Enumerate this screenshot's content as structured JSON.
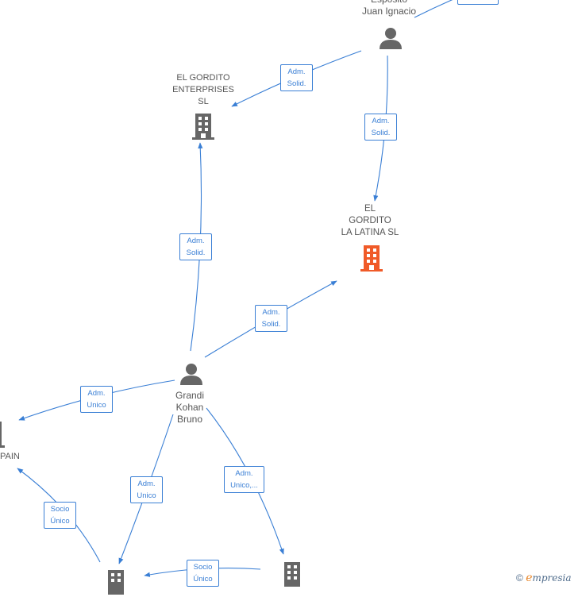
{
  "nodes": {
    "person_esposito": {
      "label": "Esposito\nJuan Ignacio",
      "kind": "person"
    },
    "person_grandi": {
      "label": "Grandi\nKohan\nBruno",
      "kind": "person"
    },
    "company_enterprises": {
      "label": "EL GORDITO\nENTERPRISES\nSL",
      "kind": "company"
    },
    "company_latina": {
      "label": "EL\nGORDITO\nLA LATINA  SL",
      "kind": "company-focus"
    },
    "company_spain": {
      "label": "PAIN",
      "kind": "company"
    },
    "company_bottom_left": {
      "label": "",
      "kind": "company"
    },
    "company_bottom_mid": {
      "label": "",
      "kind": "company"
    }
  },
  "edges": {
    "e1": {
      "label": "Adm.\nSolid."
    },
    "e2": {
      "label": "Adm.\nSolid."
    },
    "e3": {
      "label": "Adm.\nSolid."
    },
    "e4": {
      "label": "Adm.\nSolid."
    },
    "e5": {
      "label": "Adm.\nUnico"
    },
    "e6": {
      "label": "Adm.\nUnico"
    },
    "e7": {
      "label": "Adm.\nUnico,..."
    },
    "e8": {
      "label": "Socio\nÚnico"
    },
    "e9": {
      "label": "Socio\nÚnico"
    }
  },
  "colors": {
    "edge": "#3a7fd5",
    "person_icon": "#666666",
    "company_icon": "#666666",
    "focus_icon": "#f05a28"
  },
  "watermark": {
    "symbol": "©",
    "brand_first": "e",
    "brand_rest": "mpresia"
  }
}
